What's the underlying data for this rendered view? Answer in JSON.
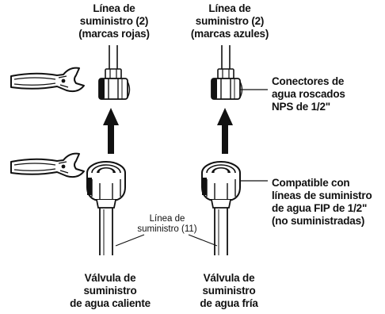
{
  "labels": {
    "top_left": "Línea de\nsuministro (2)\n(marcas rojas)",
    "top_right": "Línea de\nsuministro (2)\n(marcas azules)",
    "connectors": "Conectores de\nagua roscados\nNPS de 1/2\"",
    "compatible": "Compatible con\nlíneas de suministro\nde agua FIP de 1/2\"\n(no suministradas)",
    "supply_line": "Línea de\nsuministro (11)",
    "hot_valve": "Válvula de\nsuministro\nde agua caliente",
    "cold_valve": "Válvula de\nsuministro\nde agua fría"
  },
  "icons": [
    "wrench-icon",
    "arrow-up-icon",
    "hex-nut-connector-icon",
    "valve-fitting-icon"
  ]
}
